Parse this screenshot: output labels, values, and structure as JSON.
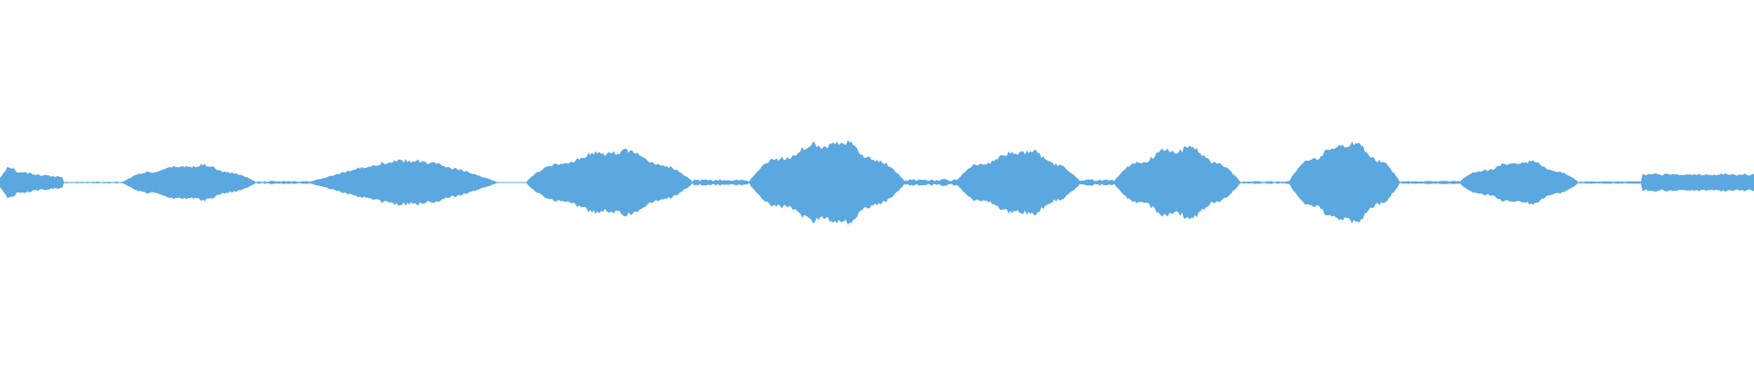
{
  "waveform": {
    "color": "#5ba8e0",
    "background": "#ffffff",
    "segments": [
      {
        "type": "burst-decay",
        "start": 0.0,
        "end": 0.036,
        "peak": 0.11
      },
      {
        "type": "noise",
        "start": 0.036,
        "end": 0.07,
        "peak": 0.005
      },
      {
        "type": "blob",
        "start": 0.07,
        "end": 0.146,
        "peak": 0.11
      },
      {
        "type": "noise",
        "start": 0.146,
        "end": 0.175,
        "peak": 0.009
      },
      {
        "type": "taper-blob",
        "start": 0.175,
        "end": 0.3,
        "peak": 0.13
      },
      {
        "type": "blob",
        "start": 0.3,
        "end": 0.395,
        "peak": 0.2
      },
      {
        "type": "noise",
        "start": 0.395,
        "end": 0.427,
        "peak": 0.018
      },
      {
        "type": "blob",
        "start": 0.427,
        "end": 0.516,
        "peak": 0.26
      },
      {
        "type": "noise",
        "start": 0.516,
        "end": 0.545,
        "peak": 0.02
      },
      {
        "type": "blob",
        "start": 0.545,
        "end": 0.616,
        "peak": 0.2
      },
      {
        "type": "noise",
        "start": 0.616,
        "end": 0.635,
        "peak": 0.02
      },
      {
        "type": "blob",
        "start": 0.635,
        "end": 0.707,
        "peak": 0.22
      },
      {
        "type": "noise",
        "start": 0.707,
        "end": 0.735,
        "peak": 0.008
      },
      {
        "type": "blob",
        "start": 0.735,
        "end": 0.798,
        "peak": 0.25
      },
      {
        "type": "noise",
        "start": 0.798,
        "end": 0.832,
        "peak": 0.009
      },
      {
        "type": "blob",
        "start": 0.832,
        "end": 0.9,
        "peak": 0.13
      },
      {
        "type": "noise",
        "start": 0.9,
        "end": 0.936,
        "peak": 0.007
      },
      {
        "type": "flat",
        "start": 0.936,
        "end": 1.0,
        "peak": 0.05
      }
    ]
  }
}
